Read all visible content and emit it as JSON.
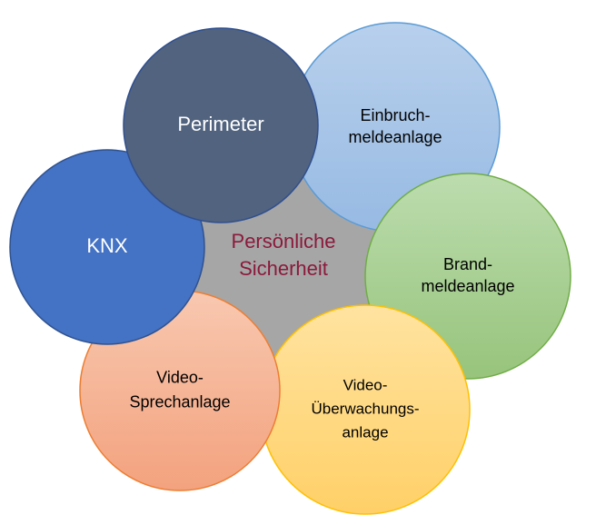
{
  "diagram": {
    "center": {
      "lines": [
        "Persönliche",
        "Sicherheit"
      ],
      "color": "#8b1a3c",
      "fill": "#a6a6a6"
    },
    "nodes": [
      {
        "id": "einbruch",
        "lines": [
          "Einbruch-",
          "meldeanlage"
        ],
        "fill_top": "#b8d0ec",
        "fill_bottom": "#97bae3",
        "stroke": "#5b9bd5",
        "text_color": "#000000"
      },
      {
        "id": "brand",
        "lines": [
          "Brand-",
          "meldeanlage"
        ],
        "fill_top": "#bcdcae",
        "fill_bottom": "#97c47c",
        "stroke": "#70ad47",
        "text_color": "#000000"
      },
      {
        "id": "video-ueberwachung",
        "lines": [
          "Video-",
          "Überwachungs-",
          "anlage"
        ],
        "fill_top": "#ffe3a0",
        "fill_bottom": "#ffd068",
        "stroke": "#ffc000",
        "text_color": "#000000"
      },
      {
        "id": "video-sprech",
        "lines": [
          "Video-",
          "Sprechanlage"
        ],
        "fill_top": "#f8c8b0",
        "fill_bottom": "#f3a27e",
        "stroke": "#ed7d31",
        "text_color": "#000000"
      },
      {
        "id": "knx",
        "lines": [
          "KNX"
        ],
        "fill_top": "#4472c4",
        "fill_bottom": "#4472c4",
        "stroke": "#2f528f",
        "text_color": "#ffffff"
      },
      {
        "id": "perimeter",
        "lines": [
          "Perimeter"
        ],
        "fill_top": "#51637f",
        "fill_bottom": "#51637f",
        "stroke": "#2f4f8f",
        "text_color": "#ffffff"
      }
    ]
  }
}
